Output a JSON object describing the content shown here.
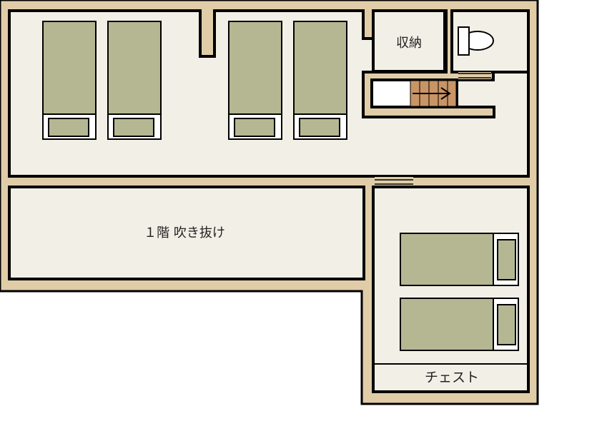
{
  "labels": {
    "storage": "収納",
    "stairwell_void": "１階 吹き抜け",
    "chest": "チェスト"
  },
  "colors": {
    "wall_fill": "#e0cda8",
    "wall_line": "#000000",
    "floor": "#f2efe6",
    "bed": "#b5b792",
    "pillow": "#b5b792",
    "stairs": "#c99466",
    "white": "#ffffff"
  },
  "icons": {
    "toilet": "toilet-icon",
    "stairs_arrow": "arrow-right-icon"
  },
  "rooms": [
    "bedroom-large",
    "stairwell-void",
    "bedroom-small",
    "storage-closet",
    "toilet-room",
    "stair-hall"
  ],
  "furniture": {
    "beds_large_room": 4,
    "beds_small_room": 2
  }
}
